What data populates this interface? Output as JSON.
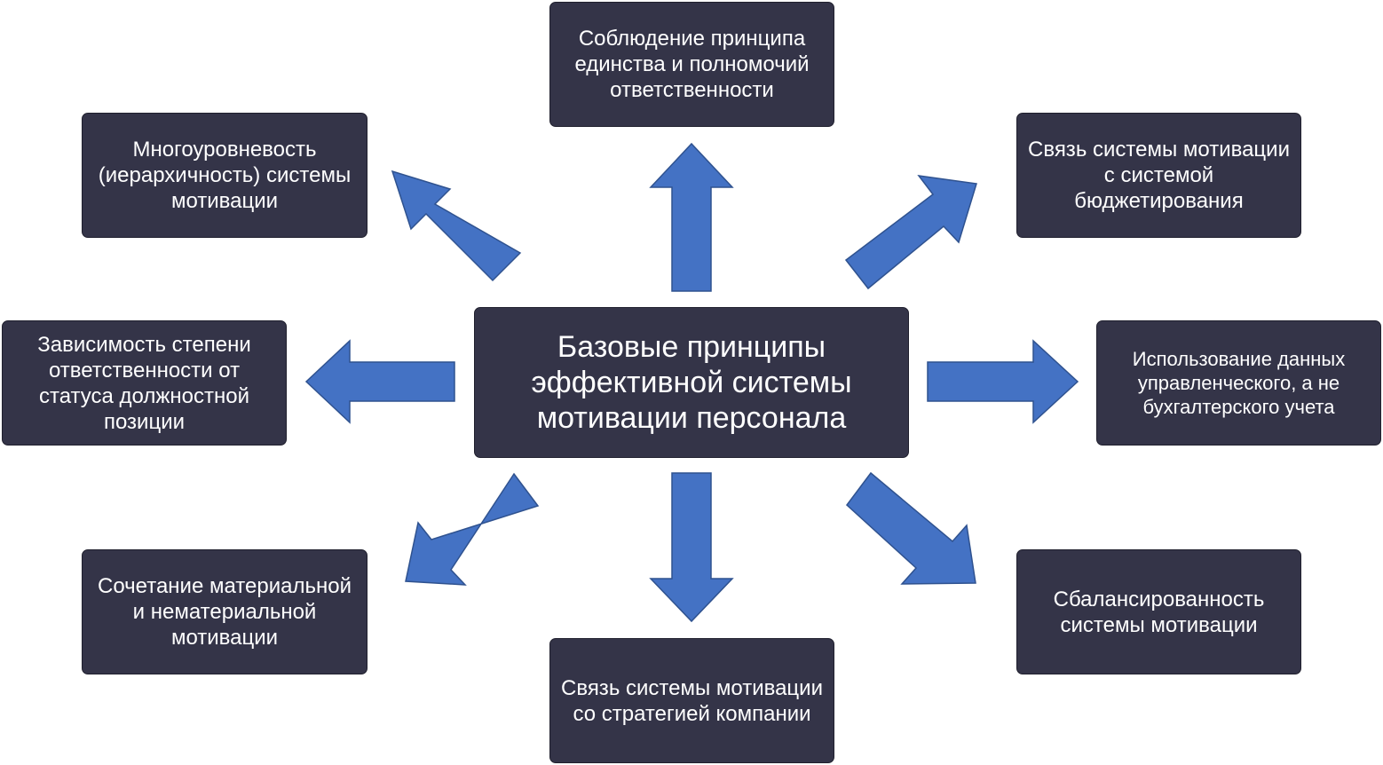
{
  "diagram": {
    "center": "Базовые принципы эффективной системы мотивации персонала",
    "nodes": {
      "top": "Соблюдение принципа единства и полномочий ответственности",
      "top_left": "Многоуровневость (иерархичность) системы мотивации",
      "top_right": "Связь системы мотивации с системой бюджетирования",
      "left": "Зависимость степени ответственности от статуса должностной позиции",
      "right": "Использование данных управленческого, а не бухгалтерского учета",
      "bottom_left": "Сочетание материальной и нематериальной мотивации",
      "bottom": "Связь системы мотивации со стратегией компании",
      "bottom_right": "Сбалансированность системы мотивации"
    },
    "colors": {
      "box_fill": "#343448",
      "box_text": "#ffffff",
      "arrow_fill": "#4472c4",
      "arrow_stroke": "#2f528f"
    }
  }
}
